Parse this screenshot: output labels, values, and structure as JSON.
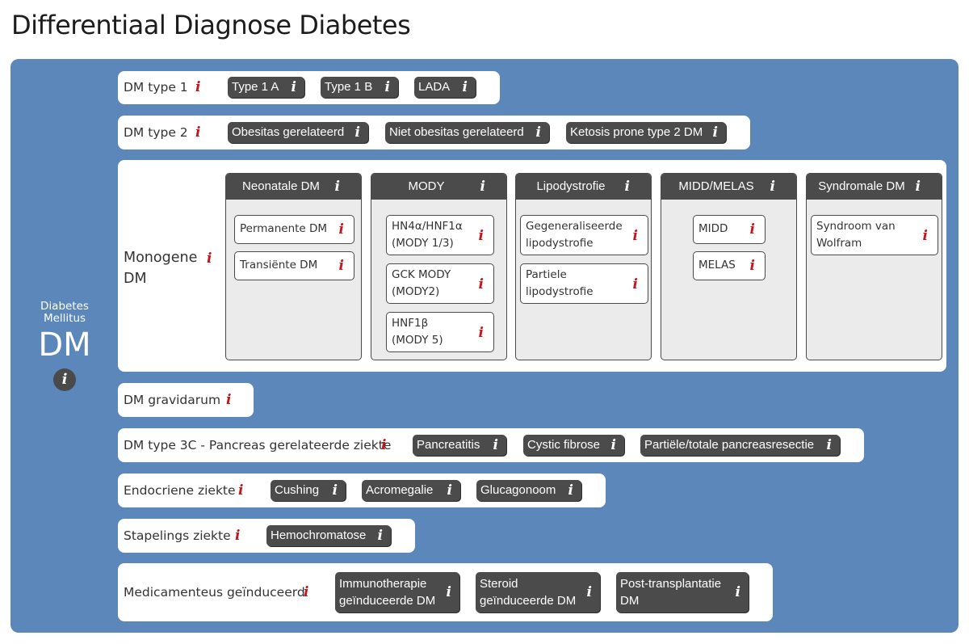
{
  "title": "Differentiaal Diagnose Diabetes",
  "dm": {
    "sub_line1": "Diabetes",
    "sub_line2": "Mellitus",
    "abbr": "DM",
    "info_icon": "i"
  },
  "info_glyph": "i",
  "colors": {
    "panel": "#5b87bb",
    "chip": "#4b4b4b",
    "red_info": "#c4161c",
    "column_bg": "#ebebeb"
  },
  "rows": {
    "type1": {
      "label": "DM type 1",
      "chips": [
        "Type 1 A",
        "Type 1 B",
        "LADA"
      ]
    },
    "type2": {
      "label": "DM type 2",
      "chips": [
        "Obesitas gerelateerd",
        "Niet obesitas gerelateerd",
        "Ketosis prone type 2 DM"
      ]
    },
    "monogene": {
      "label_line1": "Monogene",
      "label_line2": "DM",
      "columns": [
        {
          "title": "Neonatale DM",
          "items": [
            [
              "Permanente DM"
            ],
            [
              "Transiënte DM"
            ]
          ]
        },
        {
          "title": "MODY",
          "items": [
            [
              "HN4α/HNF1α",
              "(MODY 1/3)"
            ],
            [
              "GCK MODY",
              "(MODY2)"
            ],
            [
              "HNF1β",
              "(MODY 5)"
            ]
          ]
        },
        {
          "title": "Lipodystrofie",
          "items": [
            [
              "Gegeneraliseerde",
              "lipodystrofie"
            ],
            [
              "Partiele",
              "lipodystrofie"
            ]
          ]
        },
        {
          "title": "MIDD/MELAS",
          "items": [
            [
              "MIDD"
            ],
            [
              "MELAS"
            ]
          ]
        },
        {
          "title": "Syndromale DM",
          "items": [
            [
              "Syndroom van",
              "Wolfram"
            ]
          ]
        }
      ]
    },
    "gravidarum": {
      "label": "DM gravidarum"
    },
    "type3c": {
      "label": "DM type 3C - Pancreas gerelateerde ziekte",
      "chips": [
        "Pancreatitis",
        "Cystic fibrose",
        "Partiële/totale pancreasresectie"
      ]
    },
    "endocrien": {
      "label": "Endocriene ziekte",
      "chips": [
        "Cushing",
        "Acromegalie",
        "Glucagonoom"
      ]
    },
    "stapeling": {
      "label": "Stapelings ziekte",
      "chips": [
        "Hemochromatose"
      ]
    },
    "medicament": {
      "label": "Medicamenteus geïnduceerd",
      "chips": [
        [
          "Immunotherapie",
          "geïnduceerde DM"
        ],
        [
          "Steroid",
          "geïnduceerde DM"
        ],
        [
          "Post-transplantatie",
          "DM"
        ]
      ]
    }
  }
}
